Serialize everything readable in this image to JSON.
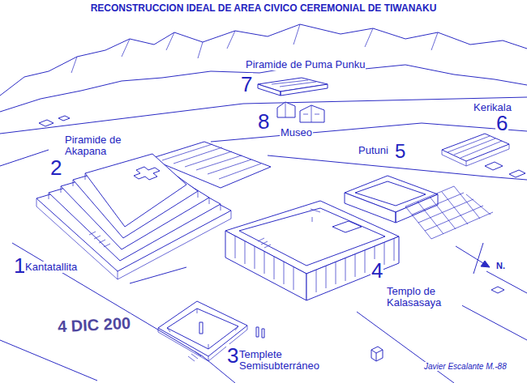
{
  "diagram": {
    "title": "RECONSTRUCCION IDEAL DE AREA CIVICO CEREMONIAL DE TIWANAKU",
    "labels": [
      "Piramide de Puma Punku",
      "7",
      "8",
      "Museo",
      "Kerikala",
      "6",
      "Putuni",
      "5",
      "2",
      "Piramide de Akapana",
      "1",
      "Kantatallita",
      "4",
      "Templo de Kalasasaya",
      "3",
      "Templete Semisubterráneo",
      "N.",
      "Javier Escalante M.-88",
      "4 DIC 200"
    ]
  }
}
